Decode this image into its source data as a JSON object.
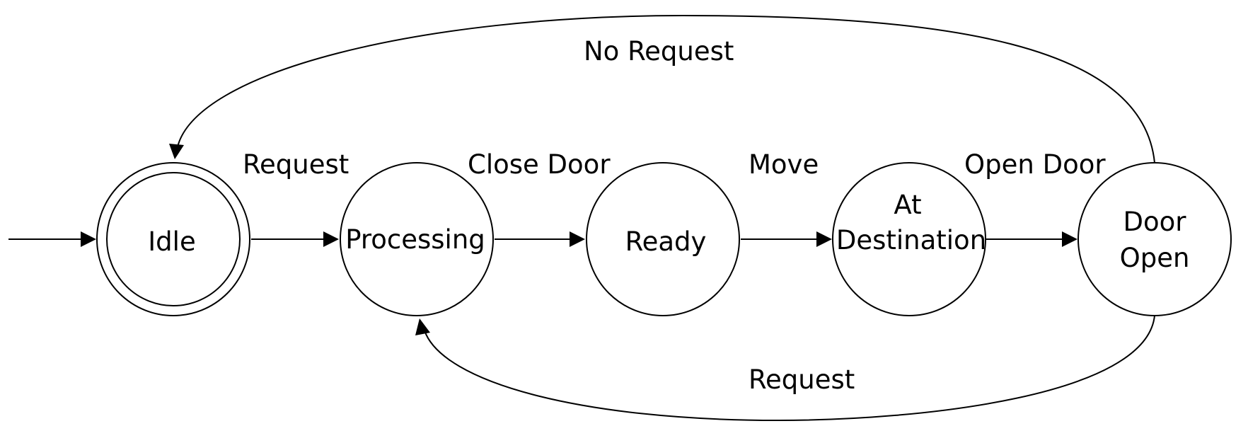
{
  "states": [
    {
      "id": "idle",
      "lines": [
        "Idle"
      ],
      "accepting": true,
      "initial": true
    },
    {
      "id": "processing",
      "lines": [
        "Processing"
      ]
    },
    {
      "id": "ready",
      "lines": [
        "Ready"
      ]
    },
    {
      "id": "at-destination",
      "lines": [
        "At",
        "Destination"
      ]
    },
    {
      "id": "door-open",
      "lines": [
        "Door",
        "Open"
      ]
    }
  ],
  "transitions": [
    {
      "id": "idle-to-processing",
      "from": "idle",
      "to": "processing",
      "label": "Request"
    },
    {
      "id": "processing-to-ready",
      "from": "processing",
      "to": "ready",
      "label": "Close Door"
    },
    {
      "id": "ready-to-at-destination",
      "from": "ready",
      "to": "at-destination",
      "label": "Move"
    },
    {
      "id": "at-destination-to-door-open",
      "from": "at-destination",
      "to": "door-open",
      "label": "Open Door"
    },
    {
      "id": "door-open-to-idle",
      "from": "door-open",
      "to": "idle",
      "label": "No Request"
    },
    {
      "id": "door-open-to-processing",
      "from": "door-open",
      "to": "processing",
      "label": "Request"
    }
  ]
}
